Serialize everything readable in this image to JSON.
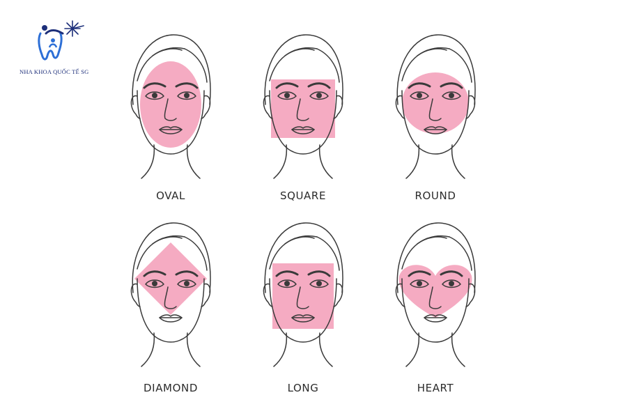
{
  "brand": {
    "name": "NHA KHOA QUỐC TẾ SG",
    "logo_icon": "tooth-family-star-icon",
    "colors": {
      "primary": "#1d2f7a",
      "accent": "#2d6fd6"
    }
  },
  "highlight_color": "#f4a7bf",
  "line_color": "#3a3a3a",
  "face_shapes": [
    {
      "id": "oval",
      "label": "OVAL"
    },
    {
      "id": "square",
      "label": "SQUARE"
    },
    {
      "id": "round",
      "label": "ROUND"
    },
    {
      "id": "diamond",
      "label": "DIAMOND"
    },
    {
      "id": "long",
      "label": "LONG"
    },
    {
      "id": "heart",
      "label": "HEART"
    }
  ]
}
